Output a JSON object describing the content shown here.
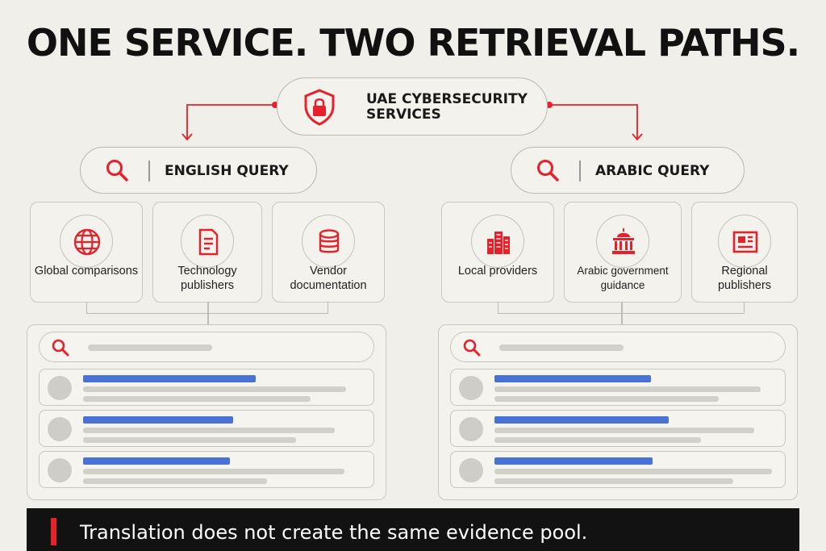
{
  "title": "ONE SERVICE. TWO RETRIEVAL PATHS.",
  "service": {
    "label": "UAE CYBERSECURITY SERVICES",
    "icon": "shield-lock-icon"
  },
  "colors": {
    "accent": "#e8202a",
    "result_title": "#4a72d4",
    "background": "#f1efea",
    "banner": "#121212"
  },
  "paths": [
    {
      "query_label": "ENGLISH QUERY",
      "sources": [
        {
          "label": "Global comparisons",
          "icon": "globe-icon"
        },
        {
          "label": "Technology publishers",
          "icon": "document-icon"
        },
        {
          "label": "Vendor documentation",
          "icon": "database-icon"
        }
      ]
    },
    {
      "query_label": "ARABIC QUERY",
      "sources": [
        {
          "label": "Local providers",
          "icon": "buildings-icon"
        },
        {
          "label": "Arabic government guidance",
          "icon": "government-building-icon"
        },
        {
          "label": "Regional publishers",
          "icon": "newspaper-icon"
        }
      ]
    }
  ],
  "banner": {
    "text": "Translation does not create the same evidence pool."
  }
}
